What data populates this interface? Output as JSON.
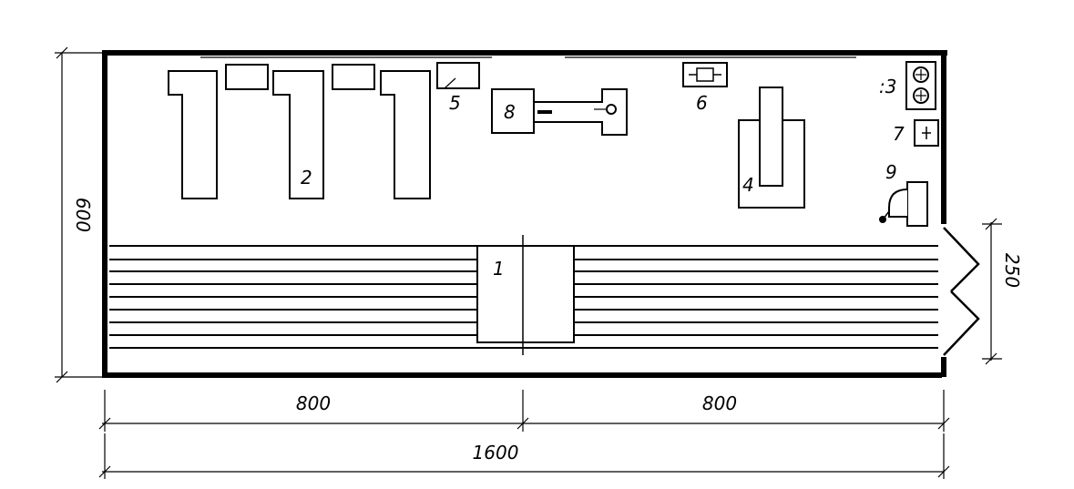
{
  "labels": {
    "item_1": "1",
    "item_2": "2",
    "item_3": ":3",
    "item_4": "4",
    "item_5": "5",
    "item_6": "6",
    "item_7": "7",
    "item_8": "8",
    "item_9": "9"
  },
  "dimensions": {
    "left_half": "800",
    "right_half": "800",
    "total_length": "1600",
    "width": "600",
    "door_opening": "250"
  }
}
